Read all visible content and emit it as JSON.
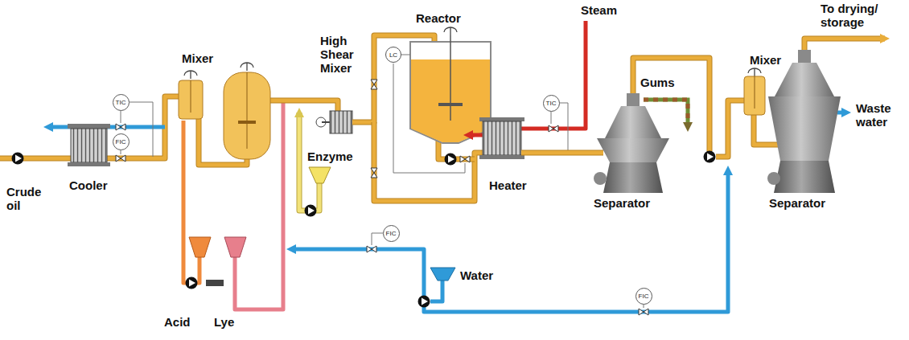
{
  "diagram": {
    "nodes": [
      {
        "text": [
          "TIC"
        ]
      },
      {
        "text": [
          "FIC"
        ]
      },
      {
        "text": [
          "LC"
        ]
      },
      {
        "text": [
          "TIC"
        ]
      },
      {
        "text": [
          "FIC"
        ]
      },
      {
        "text": [
          "FIC"
        ]
      }
    ],
    "labels": [
      "Crude oil",
      "Cooler",
      "Mixer",
      "High Shear Mixer",
      "Reactor",
      "Enzyme",
      "Steam",
      "Heater",
      "Gums",
      "Separator",
      "Mixer",
      "To drying/ storage",
      "Waste water",
      "Separator",
      "Water",
      "Acid",
      "Lye"
    ]
  }
}
